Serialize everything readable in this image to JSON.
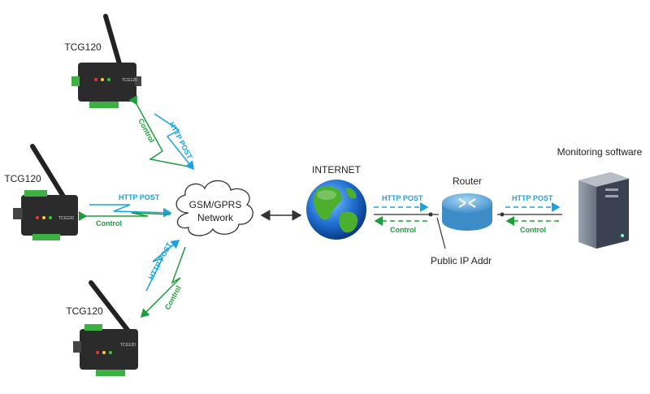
{
  "devices": [
    {
      "label": "TCG120",
      "badge": "TCG120"
    },
    {
      "label": "TCG120",
      "badge": "TCG120"
    },
    {
      "label": "TCG120",
      "badge": "TCG120"
    }
  ],
  "network": {
    "line1": "GSM/GPRS",
    "line2": "Network"
  },
  "internet": {
    "label": "INTERNET"
  },
  "router": {
    "label": "Router",
    "public_ip": "Public IP Addr"
  },
  "server": {
    "label": "Monitoring software"
  },
  "links": {
    "http_post": "HTTP POST",
    "control": "Control"
  },
  "colors": {
    "http": "#1aa3e0",
    "control": "#1e9e3a",
    "line": "#333333",
    "device_body": "#2b2b2b",
    "terminal": "#3cb043",
    "globe_ocean": "#1f6fd1",
    "globe_land": "#4caf2e",
    "router": "#5aa9df",
    "server": "#4a5262"
  }
}
